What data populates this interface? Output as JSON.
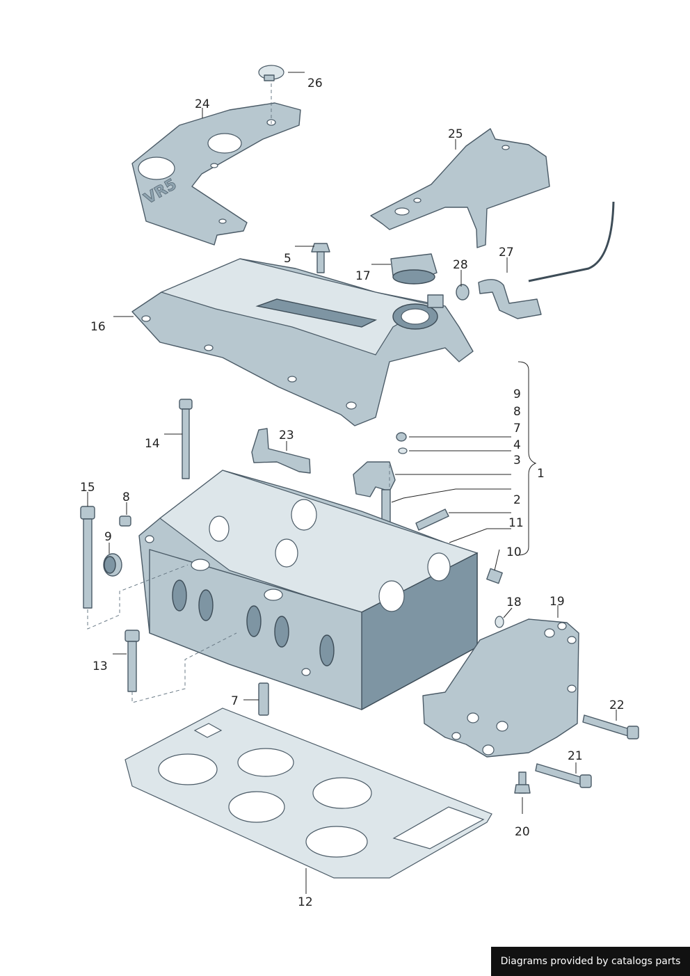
{
  "labels": {
    "l1": "1",
    "l2": "2",
    "l3": "3",
    "l4": "4",
    "l5": "5",
    "l7a": "7",
    "l7b": "7",
    "l8a": "8",
    "l8b": "8",
    "l9a": "9",
    "l9b": "9",
    "l10": "10",
    "l11": "11",
    "l12": "12",
    "l13": "13",
    "l14": "14",
    "l15": "15",
    "l16": "16",
    "l17": "17",
    "l18": "18",
    "l19": "19",
    "l20": "20",
    "l21": "21",
    "l22": "22",
    "l23": "23",
    "l24": "24",
    "l25": "25",
    "l26": "26",
    "l27": "27",
    "l28": "28"
  },
  "cover_emboss": "VR5",
  "footer": {
    "text": "Diagrams provided by catalogs parts"
  }
}
